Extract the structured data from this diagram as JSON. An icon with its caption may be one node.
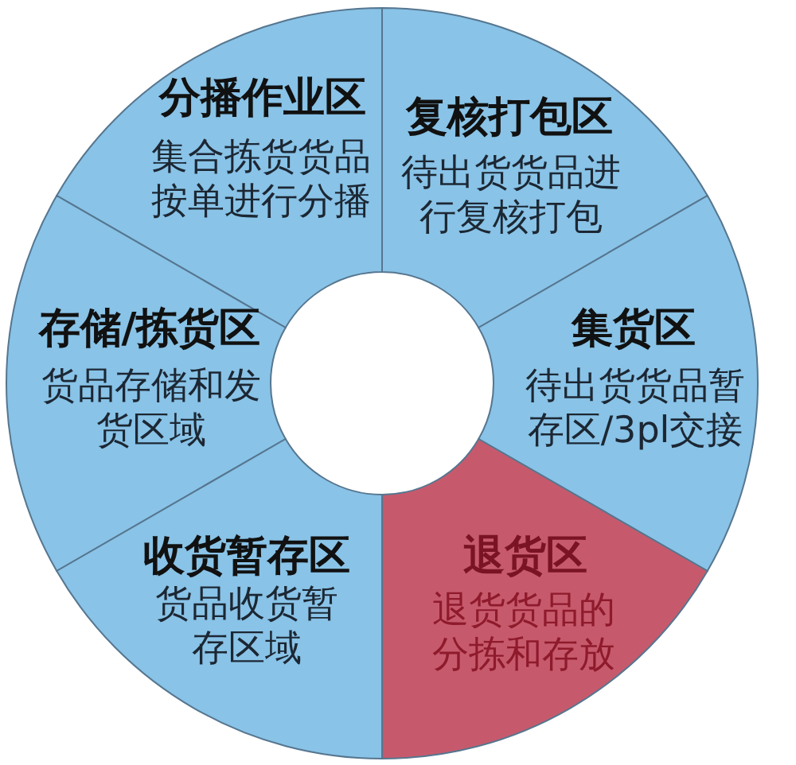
{
  "diagram": {
    "nodes": [
      {
        "text": [
          "分播作业区",
          "集合拣货货品按单进行分播"
        ]
      },
      {
        "text": [
          "复核打包区",
          "待出货货品进行复核打包"
        ]
      },
      {
        "text": [
          "存储/拣货区",
          "货品存储和发货区域"
        ]
      },
      {
        "text": [
          "集货区",
          "待出货货品暂存区/3pl交接"
        ]
      },
      {
        "text": [
          "收货暂存区",
          "货品收货暂存区域"
        ]
      },
      {
        "text": [
          "退货区",
          "退货货品的分拣和存放"
        ]
      }
    ]
  }
}
